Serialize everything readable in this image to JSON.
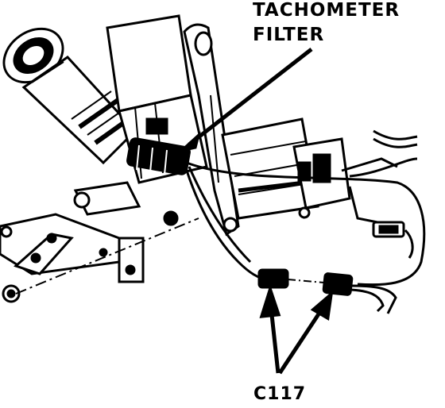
{
  "diagram": {
    "callouts": {
      "tachometer_filter": {
        "line1": "TACHOMETER",
        "line2": "FILTER"
      },
      "connector": {
        "label": "C117"
      }
    },
    "ink_color": "#000000",
    "paper_color": "#ffffff"
  }
}
